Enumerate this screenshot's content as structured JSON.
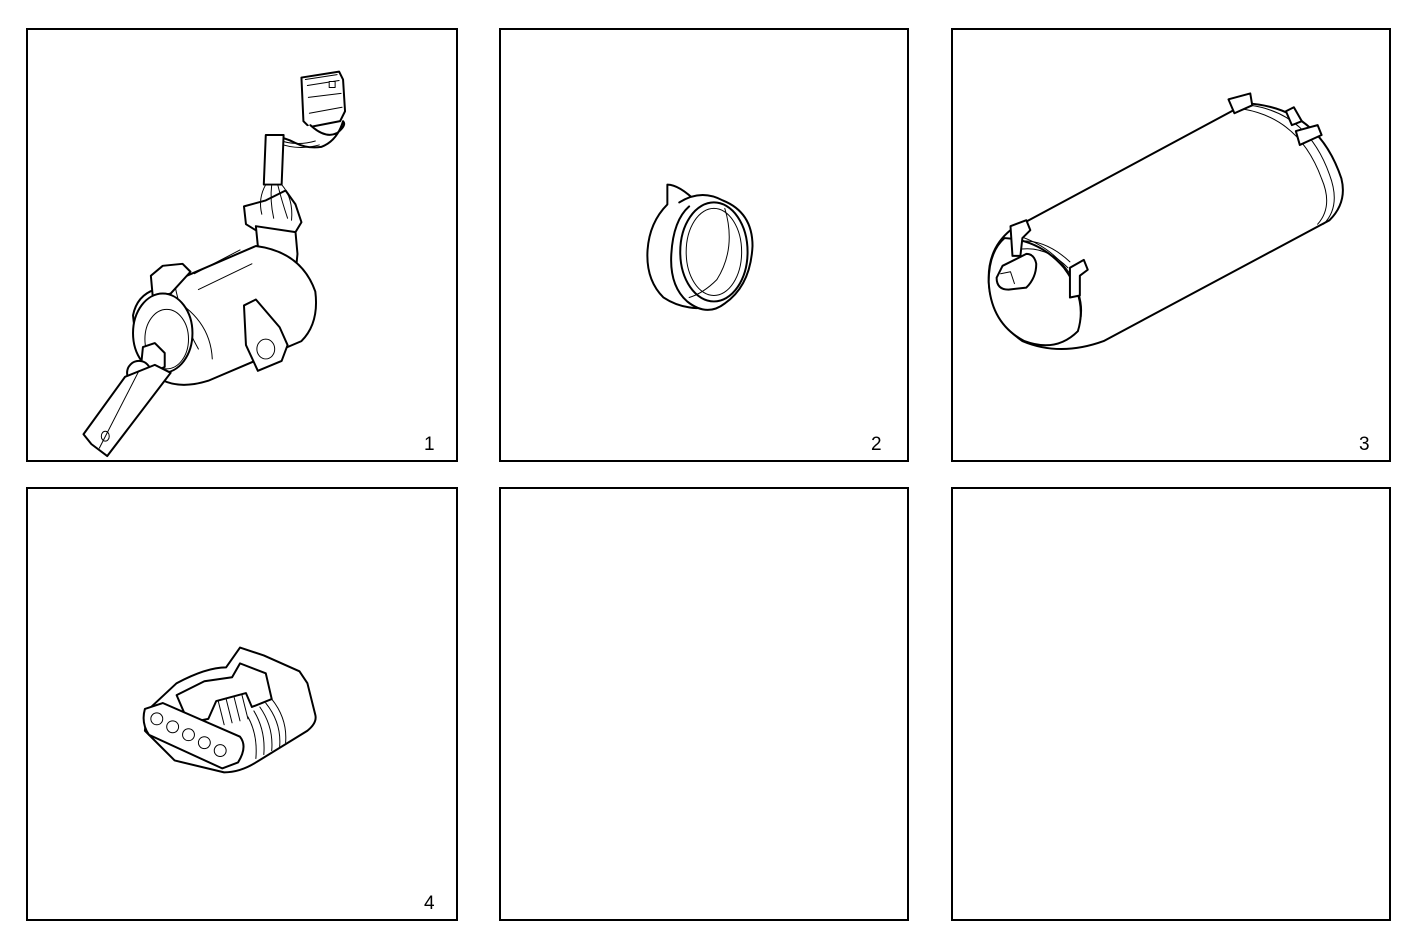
{
  "sheet": {
    "layout": {
      "rows": 2,
      "columns": 3
    },
    "colors": {
      "line": "#000000",
      "background": "#ffffff"
    }
  },
  "panels": [
    {
      "index_label": "1",
      "illustration": "solenoid-actuator-with-lever-and-wired-connector"
    },
    {
      "index_label": "2",
      "illustration": "sealing-ring"
    },
    {
      "index_label": "3",
      "illustration": "cylindrical-canister-with-mounting-clips"
    },
    {
      "index_label": "4",
      "illustration": "five-pin-electrical-connector"
    },
    {
      "index_label": "",
      "illustration": ""
    },
    {
      "index_label": "",
      "illustration": ""
    }
  ]
}
